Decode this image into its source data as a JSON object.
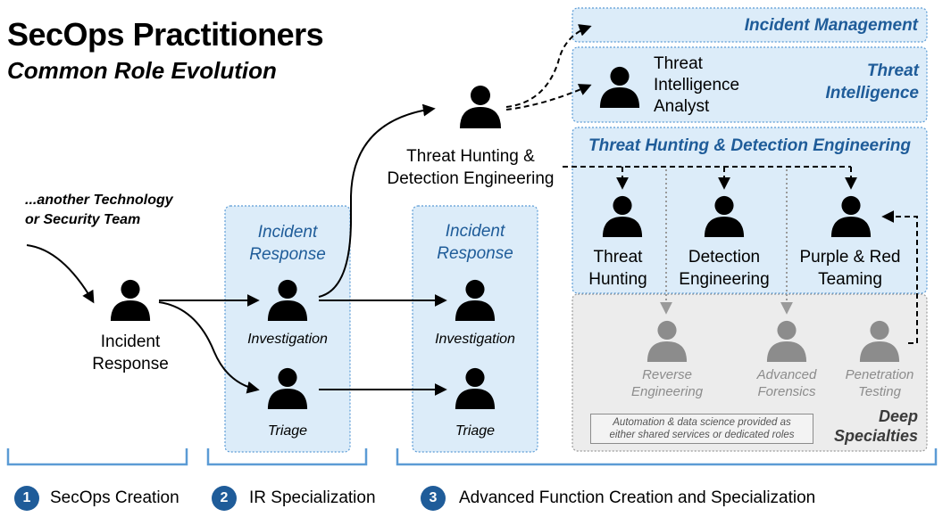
{
  "header": {
    "title": "SecOps Practitioners",
    "subtitle": "Common Role Evolution"
  },
  "source": {
    "label": "...another Technology or Security Team",
    "line1": "...another Technology",
    "line2": "or Security Team"
  },
  "roles": {
    "incident_response": {
      "line1": "Incident",
      "line2": "Response"
    },
    "ir_col1_title": {
      "line1": "Incident",
      "line2": "Response"
    },
    "ir_col2_title": {
      "line1": "Incident",
      "line2": "Response"
    },
    "investigation_1": "Investigation",
    "triage_1": "Triage",
    "investigation_2": "Investigation",
    "triage_2": "Triage",
    "threat_hunting_de": {
      "line1": "Threat Hunting &",
      "line2": "Detection Engineering"
    },
    "threat_intel_analyst": {
      "line1": "Threat",
      "line2": "Intelligence",
      "line3": "Analyst"
    },
    "threat_hunting": {
      "line1": "Threat",
      "line2": "Hunting"
    },
    "detection_engineering": {
      "line1": "Detection",
      "line2": "Engineering"
    },
    "purple_red": {
      "line1": "Purple & Red",
      "line2": "Teaming"
    },
    "reverse_engineering": {
      "line1": "Reverse",
      "line2": "Engineering"
    },
    "advanced_forensics": {
      "line1": "Advanced",
      "line2": "Forensics"
    },
    "penetration_testing": {
      "line1": "Penetration",
      "line2": "Testing"
    }
  },
  "panels": {
    "incident_management": "Incident Management",
    "threat_intelligence": {
      "line1": "Threat",
      "line2": "Intelligence"
    },
    "th_de": "Threat Hunting & Detection Engineering",
    "deep_specialties": {
      "line1": "Deep",
      "line2": "Specialties"
    },
    "note": {
      "line1": "Automation & data science provided as",
      "line2": "either shared services or dedicated roles"
    }
  },
  "phases": [
    {
      "number": "1",
      "label": "SecOps Creation"
    },
    {
      "number": "2",
      "label": "IR Specialization"
    },
    {
      "number": "3",
      "label": "Advanced Function Creation and Specialization"
    }
  ],
  "colors": {
    "accent_blue": "#1f5c99",
    "panel_fill": "#dcecf9",
    "panel_border": "#5b9bd5",
    "deep_fill": "#ececec",
    "person_black": "#000000",
    "person_gray": "#8c8c8c"
  },
  "icons": [
    "person-icon",
    "arrow-icon"
  ]
}
